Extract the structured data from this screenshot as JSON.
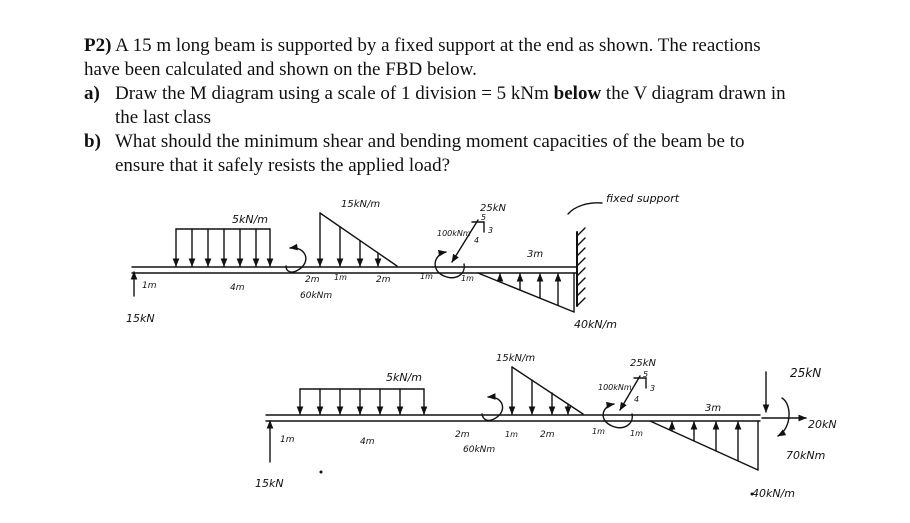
{
  "problem": {
    "number": "P2)",
    "intro_1": "A 15 m long beam is supported by a fixed support at the end as shown. The reactions",
    "intro_2": "have been calculated and shown on the FBD below.",
    "part_a_label": "a)",
    "part_a_1": "Draw the M diagram using a scale of 1 division = 5 kNm",
    "part_a_bold": "below",
    "part_a_2": "the V diagram drawn in",
    "part_a_3": "the last class",
    "part_b_label": "b)",
    "part_b_1": "What should the minimum shear and bending moment capacities of the beam be to",
    "part_b_2": "ensure that it safely resists the applied load?"
  },
  "diagram_top": {
    "udl": "5kN/m",
    "tri_load": "15kN/m",
    "point_load": "25kN",
    "point_moment": "100kNm",
    "slope_3": "3",
    "slope_4": "4",
    "slope_5": "5",
    "dist_3m": "3m",
    "support_note": "fixed support",
    "dist_1m_a": "1m",
    "dist_4m": "4m",
    "dist_2m_a": "2m",
    "dist_1m_b": "1m",
    "dist_2m_b": "2m",
    "dist_1m_c": "1m",
    "dist_1m_d": "1m",
    "applied_moment": "60kNm",
    "left_reaction": "15kN",
    "right_load": "40kN/m"
  },
  "diagram_bottom": {
    "udl": "5kN/m",
    "tri_load": "15kN/m",
    "point_load": "25kN",
    "point_moment": "100kNm",
    "slope_3": "3",
    "slope_4": "4",
    "slope_5": "5",
    "dist_3m": "3m",
    "dist_1m_a": "1m",
    "dist_4m": "4m",
    "dist_2m_a": "2m",
    "dist_1m_b": "1m",
    "dist_2m_b": "2m",
    "dist_1m_c": "1m",
    "dist_1m_d": "1m",
    "applied_moment": "60kNm",
    "left_reaction": "15kN",
    "right_load": "40kN/m",
    "reaction_v": "25kN",
    "reaction_h": "20kN",
    "reaction_m": "70kNm"
  }
}
